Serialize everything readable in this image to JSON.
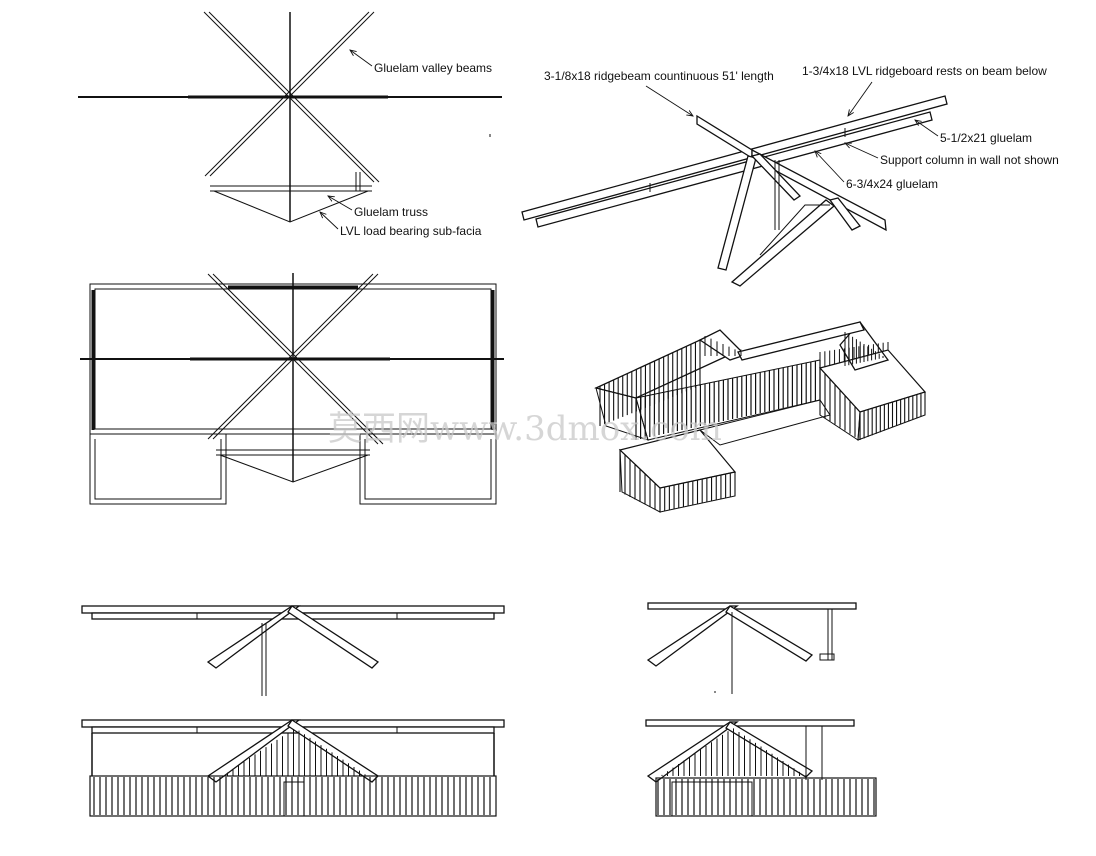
{
  "labels": {
    "valley_beams": "Gluelam valley beams",
    "gluelam_truss": "Gluelam truss",
    "lvl_subfacia": "LVL load bearing sub-facia",
    "ridgebeam": "3-1/8x18 ridgebeam countinuous 51' length",
    "lvl_ridgeboard": "1-3/4x18 LVL ridgeboard rests on beam below",
    "gluelam_5_21": "5-1/2x21 gluelam",
    "support_column": "Support column in wall not shown",
    "gluelam_6_24": "6-3/4x24 gluelam"
  },
  "watermark": "莫西网www.3dmox.com",
  "colors": {
    "line": "#111111",
    "watermark": "#c9c9c9"
  }
}
